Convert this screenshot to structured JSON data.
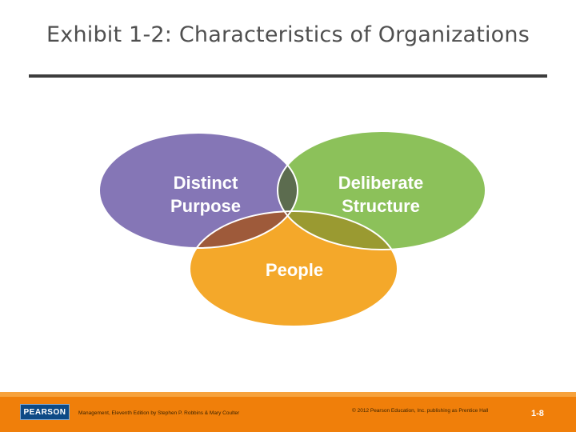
{
  "slide": {
    "title": "Exhibit 1-2: Characteristics of Organizations"
  },
  "diagram": {
    "circles": [
      {
        "label_line1": "Distinct",
        "label_line2": "Purpose",
        "color": "#8576b6"
      },
      {
        "label_line1": "Deliberate",
        "label_line2": "Structure",
        "color": "#8cc15a"
      },
      {
        "label_line1": "People",
        "label_line2": "",
        "color": "#f4a82a"
      }
    ],
    "overlap_colors": {
      "purpose_structure": "#5c6c4f",
      "purpose_people": "#9e5a3a",
      "structure_people": "#9a9a31",
      "center": "#7a4e36"
    }
  },
  "footer": {
    "logo_text": "PEARSON",
    "credit": "Management, Eleventh Edition by Stephen P. Robbins & Mary Coulter",
    "copyright": "© 2012 Pearson Education, Inc. publishing as Prentice Hall",
    "page_number": "1-8",
    "color": "#f07f0a"
  }
}
